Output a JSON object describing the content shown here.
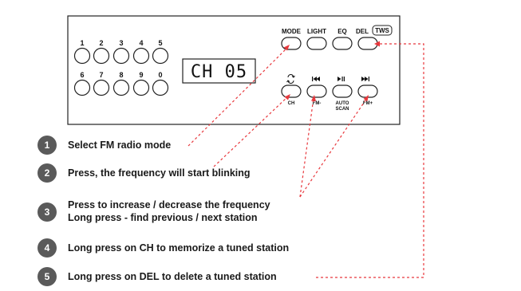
{
  "panel": {
    "number_buttons_top": [
      "1",
      "2",
      "3",
      "4",
      "5"
    ],
    "number_buttons_bottom": [
      "6",
      "7",
      "8",
      "9",
      "0"
    ],
    "display_text": "CH 05",
    "top_buttons": [
      "MODE",
      "LIGHT",
      "EQ",
      "DEL"
    ],
    "tws_badge": "TWS",
    "bottom_buttons": [
      {
        "icon": "swap-arrows-icon",
        "label": "CH"
      },
      {
        "icon": "skip-previous-icon",
        "label": "FM-"
      },
      {
        "icon": "play-pause-icon",
        "label": "AUTO",
        "label2": "SCAN"
      },
      {
        "icon": "skip-next-icon",
        "label": "FM+"
      }
    ]
  },
  "steps": [
    {
      "num": "1",
      "lines": [
        "Select FM radio mode"
      ]
    },
    {
      "num": "2",
      "lines": [
        "Press, the frequency will start blinking"
      ]
    },
    {
      "num": "3",
      "lines": [
        "Press to increase / decrease the frequency",
        "Long press - find previous / next station"
      ]
    },
    {
      "num": "4",
      "lines": [
        "Long press on CH to memorize a tuned station"
      ]
    },
    {
      "num": "5",
      "lines": [
        "Long press on DEL to delete a tuned station"
      ]
    }
  ],
  "colors": {
    "step_circle": "#5a5a5a",
    "arrow": "#e8383d",
    "panel_border": "#222222"
  }
}
